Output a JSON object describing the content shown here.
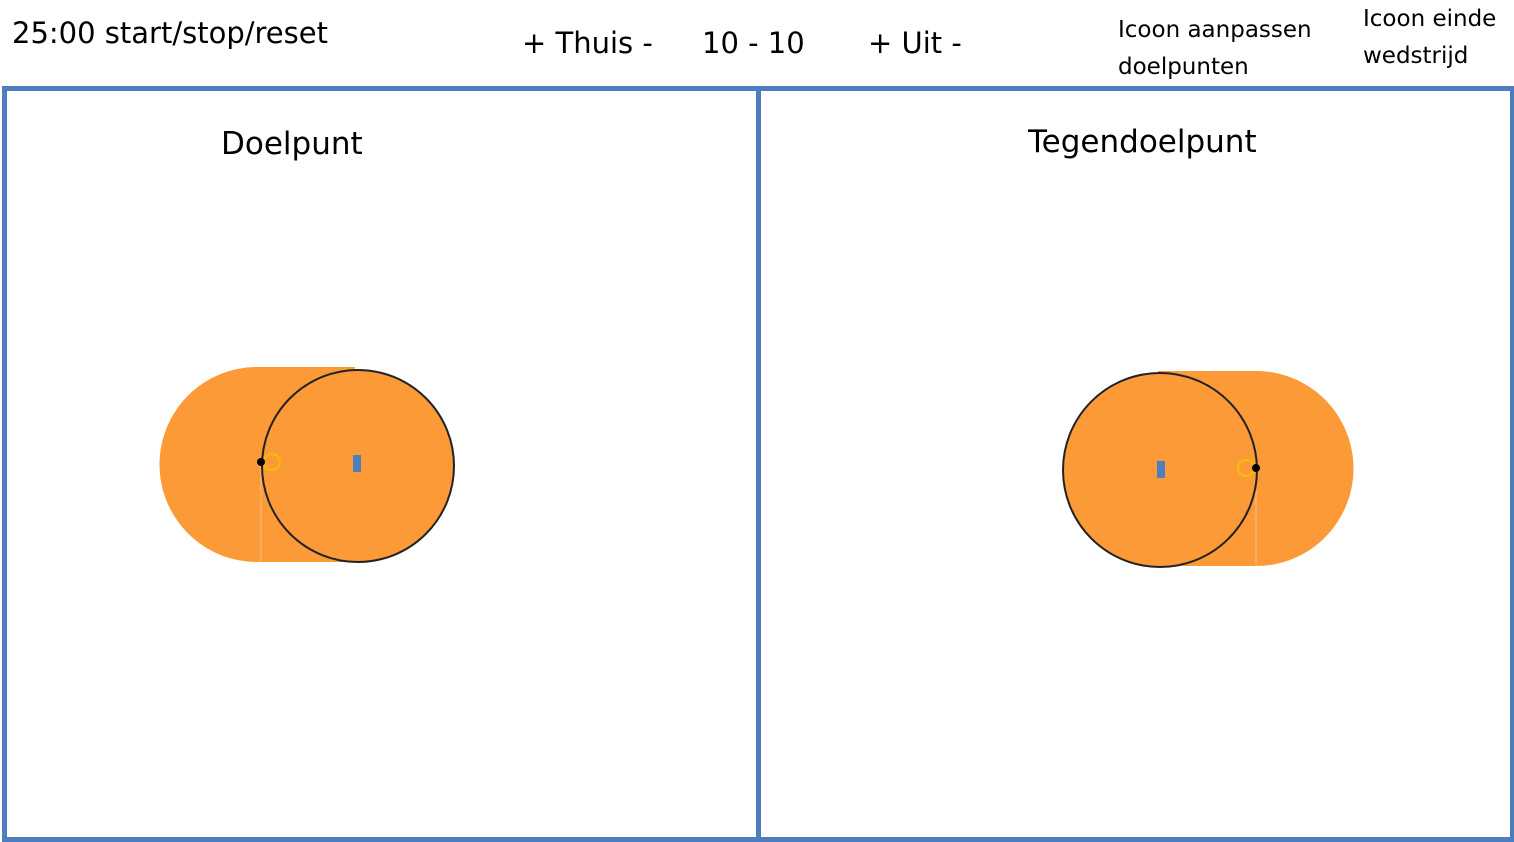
{
  "header": {
    "timer_text": "25:00 start/stop/reset",
    "home_control": "+ Thuis -",
    "score_text": "10 - 10",
    "away_control": "+ Uit -",
    "edit_goals_note": "Icoon aanpassen doelpunten",
    "end_match_note": "Icoon einde wedstrijd"
  },
  "panels": {
    "goal": {
      "title": "Doelpunt",
      "swipe_direction": "right"
    },
    "against": {
      "title": "Tegendoelpunt",
      "swipe_direction": "left"
    }
  },
  "colors": {
    "panel_border": "#4d7fc0",
    "swipe_fill": "#fd9a38",
    "knob_outline": "#222222",
    "handle_ring": "#f0c000",
    "center_marker": "#4d7fc0"
  }
}
